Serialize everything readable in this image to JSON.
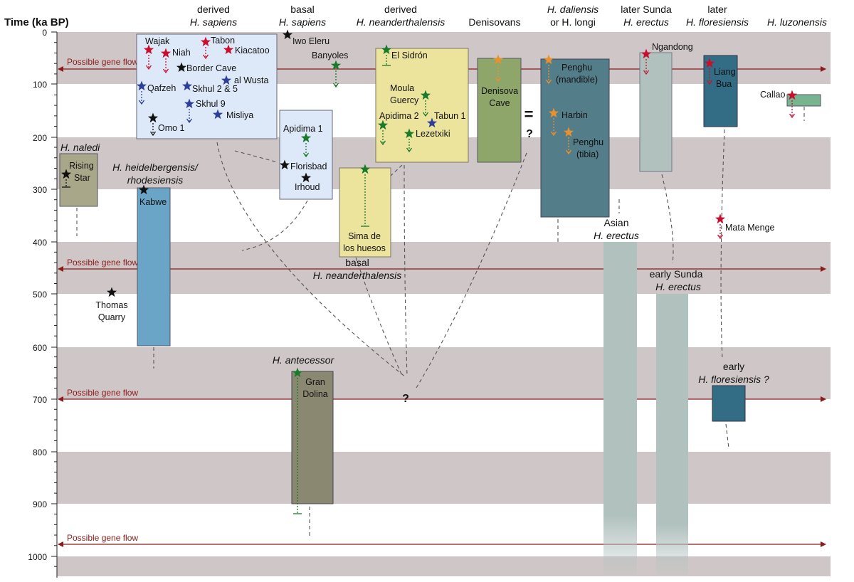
{
  "axis": {
    "title": "Time (ka BP)",
    "ticks": [
      "0",
      "100",
      "200",
      "300",
      "400",
      "500",
      "600",
      "700",
      "800",
      "900",
      "1000"
    ]
  },
  "headers": [
    {
      "key": "derived-sapiens",
      "line1": "derived",
      "line2": "H. sapiens",
      "italic2": true
    },
    {
      "key": "basal-sapiens",
      "line1": "basal",
      "line2": "H. sapiens",
      "italic2": true
    },
    {
      "key": "derived-neanderthalensis",
      "line1": "derived",
      "line2": "H. neanderthalensis",
      "italic2": true
    },
    {
      "key": "denisovans",
      "line1": "Denisovans",
      "line2": "",
      "italic2": false
    },
    {
      "key": "daliensis-longi",
      "line1": "H. daliensis",
      "line2": "or H. longi",
      "italic1": true
    },
    {
      "key": "later-sunda-erectus",
      "line1": "later Sunda",
      "line2": "H. erectus",
      "italic2": true
    },
    {
      "key": "later-floresiensis",
      "line1": "later",
      "line2": "H. floresiensis",
      "italic2": true
    },
    {
      "key": "luzonensis",
      "line1": "H. luzonensis",
      "line2": "",
      "italic1": true
    }
  ],
  "gene_flow_label": "Possible gene flow",
  "gene_flow_times": [
    70,
    450,
    700,
    980
  ],
  "species_labels": {
    "naledi": "H. naledi",
    "heidelbergensis_1": "H. heidelbergensis/",
    "heidelbergensis_2": "rhodesiensis",
    "basal_nean_1": "basal",
    "basal_nean_2": "H. neanderthalensis",
    "asian_erectus_1": "Asian",
    "asian_erectus_2": "H. erectus",
    "early_sunda_1": "early Sunda",
    "early_sunda_2": "H. erectus",
    "antecessor": "H. antecessor",
    "early_flores_1": "early",
    "early_flores_2": "H. floresiensis ?"
  },
  "sites": {
    "wajak": "Wajak",
    "niah": "Niah",
    "tabon": "Tabon",
    "kiacatoo": "Kiacatoo",
    "border_cave": "Border Cave",
    "al_wusta": "al Wusta",
    "qafzeh": "Qafzeh",
    "skhul_2_5": "Skhul 2 & 5",
    "skhul_9": "Skhul 9",
    "misliya": "Misliya",
    "omo_1": "Omo 1",
    "iwo_eleru": "Iwo Eleru",
    "banyoles": "Banyoles",
    "apidima_1": "Apidima 1",
    "florisbad": "Florisbad",
    "irhoud": "Irhoud",
    "el_sidron": "El Sidrón",
    "moula_1": "Moula",
    "moula_2": "Guercy",
    "apidima_2": "Apidima 2",
    "tabun_1": "Tabun 1",
    "lezetxiki": "Lezetxiki",
    "sima_1": "Sima de",
    "sima_2": "los huesos",
    "denisova_1": "Denisova",
    "denisova_2": "Cave",
    "penghu_m_1": "Penghu",
    "penghu_m_2": "(mandible)",
    "harbin": "Harbin",
    "penghu_t_1": "Penghu",
    "penghu_t_2": "(tibia)",
    "ngandong": "Ngandong",
    "liang_1": "Liang",
    "liang_2": "Bua",
    "callao": "Callao",
    "rising_1": "Rising",
    "rising_2": "Star",
    "kabwe": "Kabwe",
    "thomas_1": "Thomas",
    "thomas_2": "Quarry",
    "gran_1": "Gran",
    "gran_2": "Dolina",
    "mata_menge": "Mata Menge"
  },
  "marks": {
    "equals": "=",
    "question_mark": "?"
  },
  "colors": {
    "band": "#cfc7c7",
    "gene_flow": "#8b1a1a",
    "star_black": "#111111",
    "star_red": "#c8102e",
    "star_blue": "#2e3f9a",
    "star_green": "#1a7a2c",
    "star_orange": "#e8912e",
    "sapiens_box": "#dde9f8",
    "neanderthal_box": "#ece39c",
    "denisovan_box": "#8ea66a",
    "longi_box": "#547d8a",
    "sunda_box": "#b0c1be",
    "flores_box": "#336c85",
    "luzon_box": "#78b48f",
    "naledi_box": "#a9a78a",
    "heidel_box": "#6aa4c7",
    "antecessor_box": "#8b8872"
  }
}
